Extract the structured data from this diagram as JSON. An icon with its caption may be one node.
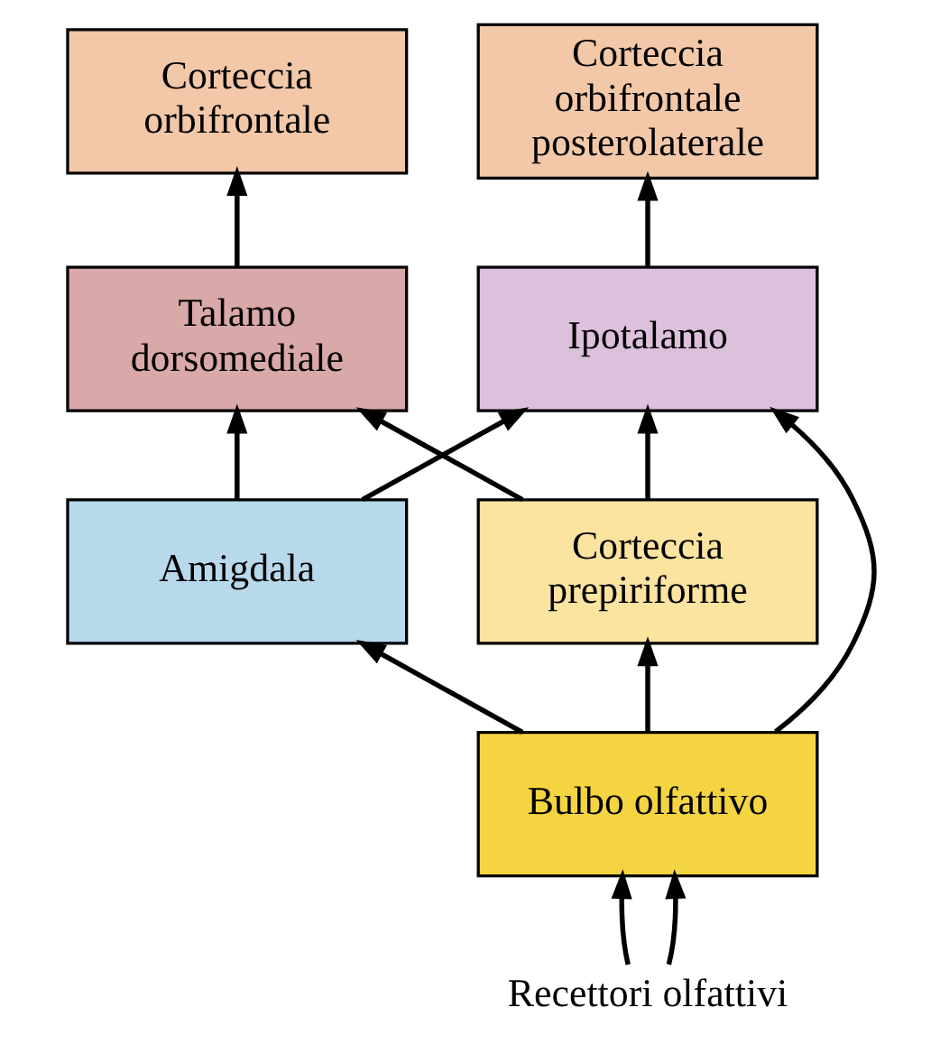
{
  "diagram": {
    "nodes": [
      {
        "text": [
          "Corteccia orbifrontale"
        ]
      },
      {
        "text": [
          "Corteccia orbifrontale posterolaterale"
        ]
      },
      {
        "text": [
          "Talamo dorsomediale"
        ]
      },
      {
        "text": [
          "Ipotalamo"
        ]
      },
      {
        "text": [
          "Corteccia prepiriforme"
        ]
      },
      {
        "text": [
          "Amigdala"
        ]
      },
      {
        "text": [
          "Bulbo olfattivo"
        ]
      },
      {
        "text": [
          "Recettori olfattivi"
        ]
      }
    ],
    "edges": [
      {
        "from": 2,
        "to": 0,
        "arrow": "to"
      },
      {
        "from": 3,
        "to": 1,
        "arrow": "to"
      },
      {
        "from": 4,
        "to": 2,
        "arrow": "to"
      },
      {
        "from": 4,
        "to": 3,
        "arrow": "to"
      },
      {
        "from": 5,
        "to": 2,
        "arrow": "to"
      },
      {
        "from": 5,
        "to": 3,
        "arrow": "to"
      },
      {
        "from": 6,
        "to": 4,
        "arrow": "to"
      },
      {
        "from": 6,
        "to": 5,
        "arrow": "to"
      },
      {
        "from": 6,
        "to": 3,
        "arrow": "to"
      },
      {
        "from": 7,
        "to": 6,
        "arrow": "to"
      },
      {
        "from": 7,
        "to": 6,
        "arrow": "to"
      }
    ]
  }
}
